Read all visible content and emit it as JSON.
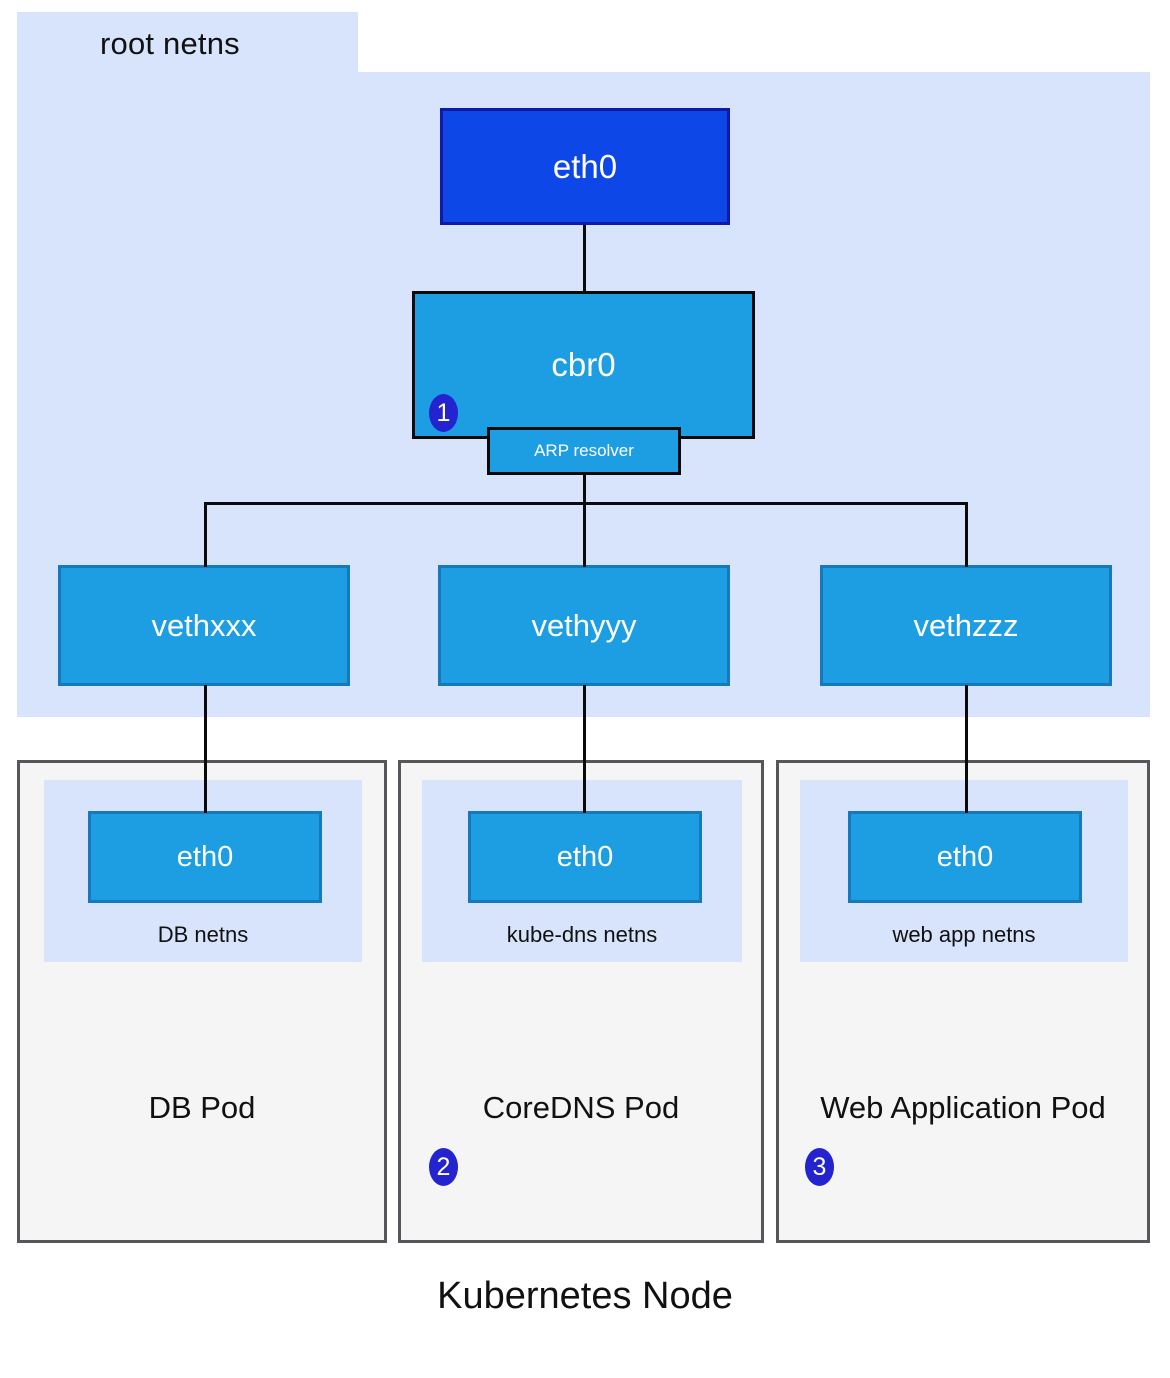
{
  "diagram": {
    "caption": "Kubernetes Node",
    "root_netns": {
      "label": "root netns",
      "bg_color": "#d7e4fb"
    },
    "nodes": {
      "host_eth0": {
        "label": "eth0",
        "fill": "#0d47e8",
        "stroke": "#1019a8"
      },
      "bridge": {
        "label": "cbr0",
        "fill": "#1d9ee2",
        "stroke": "#0a0a0a"
      },
      "arp": {
        "label": "ARP resolver",
        "fill": "#1d9ee2",
        "stroke": "#0a0a0a"
      }
    },
    "veths": [
      {
        "label": "vethxxx"
      },
      {
        "label": "vethyyy"
      },
      {
        "label": "vethzzz"
      }
    ],
    "pods": [
      {
        "title": "DB Pod",
        "netns_label": "DB netns",
        "iface_label": "eth0",
        "badge": null
      },
      {
        "title": "CoreDNS Pod",
        "netns_label": "kube-dns netns",
        "iface_label": "eth0",
        "badge": "2"
      },
      {
        "title": "Web Application Pod",
        "netns_label": "web app netns",
        "iface_label": "eth0",
        "badge": "3"
      }
    ],
    "badges": {
      "bridge_badge": "1",
      "coredns_badge": "2",
      "webapp_badge": "3",
      "color": "#2323cf"
    },
    "colors": {
      "netns_blue": "#d7e4fb",
      "iface_blue": "#1d9ee2",
      "iface_blue_border": "#1579bb",
      "host_eth0_blue": "#0d47e8",
      "pod_bg": "#f5f5f5",
      "pod_border": "#55575a",
      "line": "#0a0a0a"
    }
  }
}
